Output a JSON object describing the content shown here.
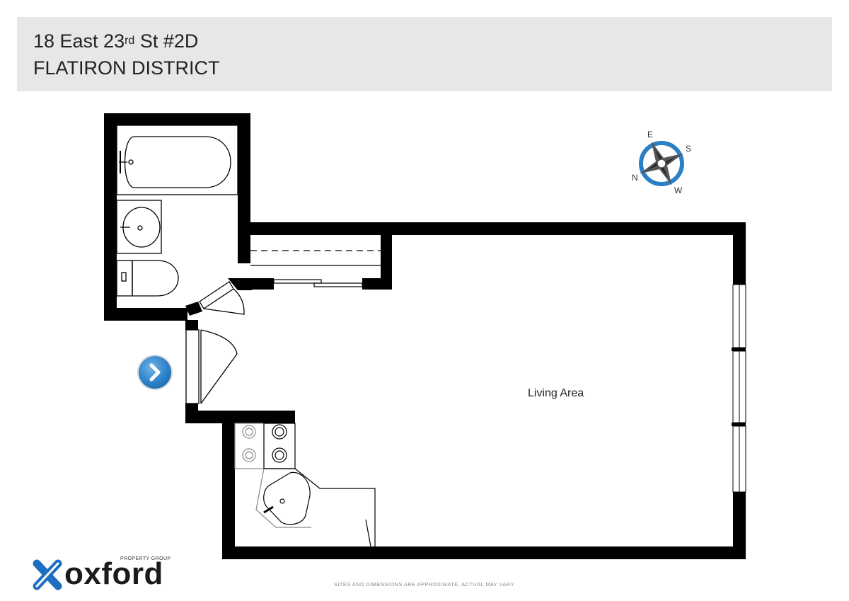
{
  "header": {
    "address_prefix": "18 East 23",
    "address_ordinal": "rd",
    "address_suffix": " St #2D",
    "neighborhood": "FLATIRON DISTRICT"
  },
  "rooms": [
    {
      "label": "Living Area"
    }
  ],
  "compass": {
    "north": "N",
    "east": "E",
    "south": "S",
    "west": "W"
  },
  "disclaimer": "SIZES AND DIMENSIONS ARE APPROXIMATE, ACTUAL MAY VARY.",
  "logo": {
    "wordmark": "oxford",
    "tagline": "PROPERTY GROUP"
  },
  "colors": {
    "header_bg": "#e7e7e7",
    "wall": "#000000",
    "accent_blue": "#2b7fc6",
    "logo_blue": "#1e6fc0"
  },
  "icons": {
    "entry": "entry-arrow-icon",
    "compass": "compass-rose-icon",
    "logo": "oxford-x-logo-icon"
  }
}
